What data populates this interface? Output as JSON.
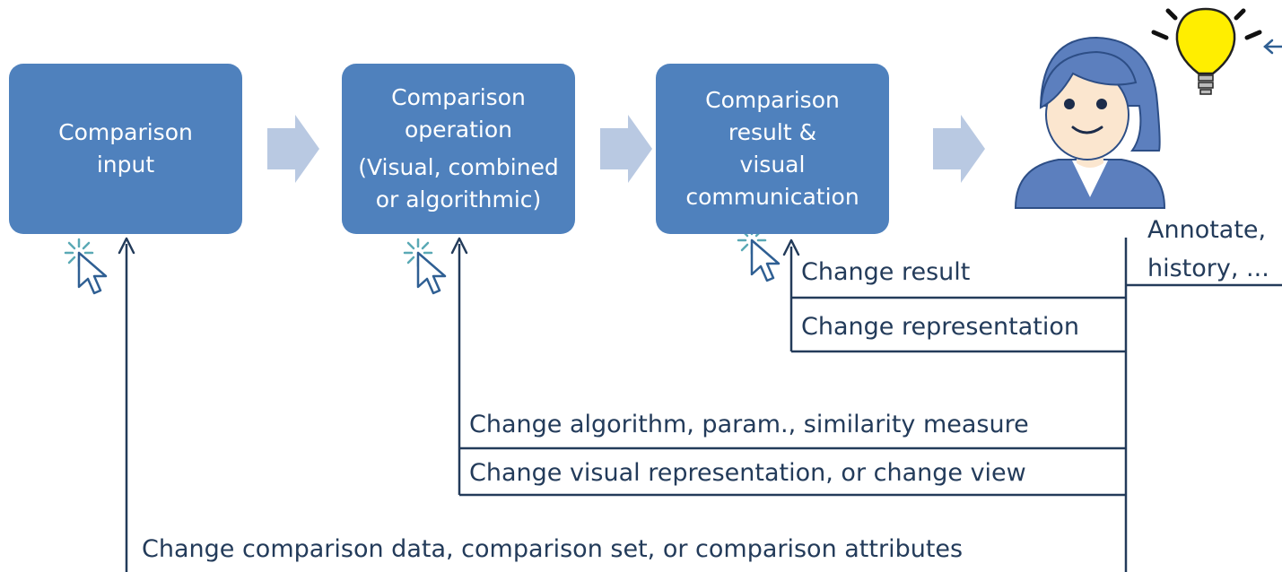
{
  "colors": {
    "box_fill": "#4f81bd",
    "box_text": "#ffffff",
    "arrow_fill": "#b9c9e2",
    "line": "#233b5a",
    "label_text": "#233b5a",
    "bulb": "#ffee00",
    "person_hair": "#5c7fbe",
    "person_skin": "#fbe6cf"
  },
  "boxes": {
    "input": {
      "lines": [
        "Comparison",
        "input"
      ]
    },
    "operation": {
      "lines": [
        "Comparison",
        "operation",
        "(Visual, combined",
        "or algorithmic)"
      ]
    },
    "result": {
      "lines": [
        "Comparison",
        "result &",
        "visual",
        "communication"
      ]
    }
  },
  "feedback": {
    "change_result": "Change result",
    "change_representation": "Change representation",
    "change_algorithm": "Change algorithm, param., similarity measure",
    "change_visual": "Change visual representation, or change view",
    "change_data": "Change comparison data, comparison set, or comparison attributes",
    "annotate_line1": "Annotate,",
    "annotate_line2": "history, ..."
  },
  "icons": {
    "flow_arrow": "block-right-arrow-icon",
    "cursor": "click-cursor-icon",
    "user": "user-avatar-icon",
    "idea": "lightbulb-icon"
  }
}
